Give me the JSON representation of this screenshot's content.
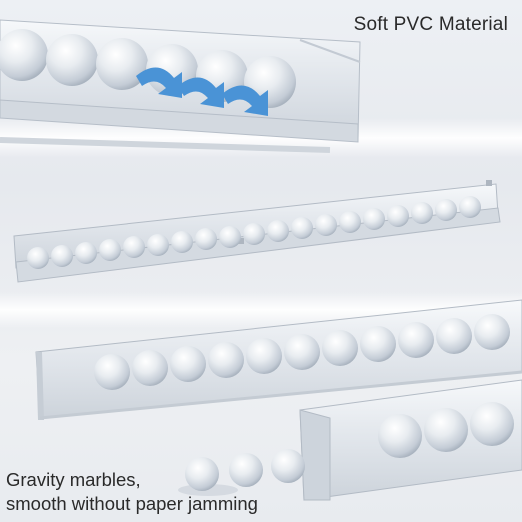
{
  "product_photo": {
    "caption_top": "Soft PVC Material",
    "caption_bottom_line1": "Gravity marbles,",
    "caption_bottom_line2": "smooth without paper jamming",
    "arrow_color": "#4a93d6",
    "arrow_icon": "curved-down-arrow-icon",
    "marble_icon": "clear-marble"
  }
}
